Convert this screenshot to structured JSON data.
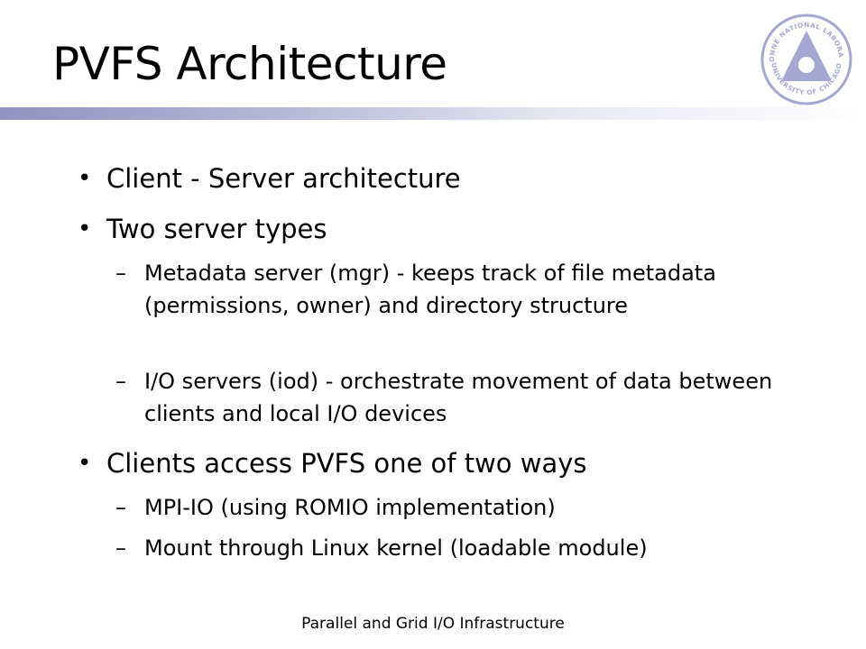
{
  "slide": {
    "title": "PVFS Architecture",
    "bullets": [
      {
        "level": 1,
        "marker": "•",
        "text": "Client - Server architecture"
      },
      {
        "level": 1,
        "marker": "•",
        "text": "Two server types"
      },
      {
        "level": 2,
        "marker": "–",
        "text": "Metadata server (mgr) - keeps track of file metadata (permissions, owner) and directory structure"
      },
      {
        "level": 2,
        "marker": "–",
        "text": "I/O servers (iod) - orchestrate movement of data between clients and local I/O devices"
      },
      {
        "level": 1,
        "marker": "•",
        "text": "Clients access PVFS one of two ways"
      },
      {
        "level": 2,
        "marker": "–",
        "text": "MPI-IO (using ROMIO implementation)"
      },
      {
        "level": 2,
        "marker": "–",
        "text": "Mount through Linux kernel (loadable module)"
      }
    ],
    "footer": "Parallel and Grid I/O Infrastructure"
  },
  "logo": {
    "icon": "argonne-national-laboratory-logo",
    "text": "ARGONNE NATIONAL LABORATORY · UNIVERSITY OF CHICAGO"
  },
  "colors": {
    "accent": "#8e93c0",
    "logo": "#a3a8d2"
  }
}
